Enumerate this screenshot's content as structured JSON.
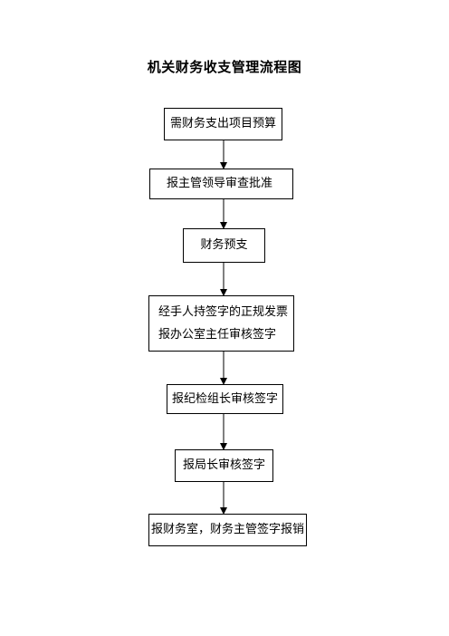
{
  "title": "机关财务收支管理流程图",
  "steps": [
    {
      "label": "需财务支出项目预算"
    },
    {
      "label": "报主管领导审查批准"
    },
    {
      "label": "财务预支"
    },
    {
      "lines": [
        "经手人持签字的正规发票",
        "报办公室主任审核签字"
      ]
    },
    {
      "label": "报纪检组长审核签字"
    },
    {
      "label": "报局长审核签字"
    },
    {
      "label": "报财务室，财务主管签字报销"
    }
  ]
}
